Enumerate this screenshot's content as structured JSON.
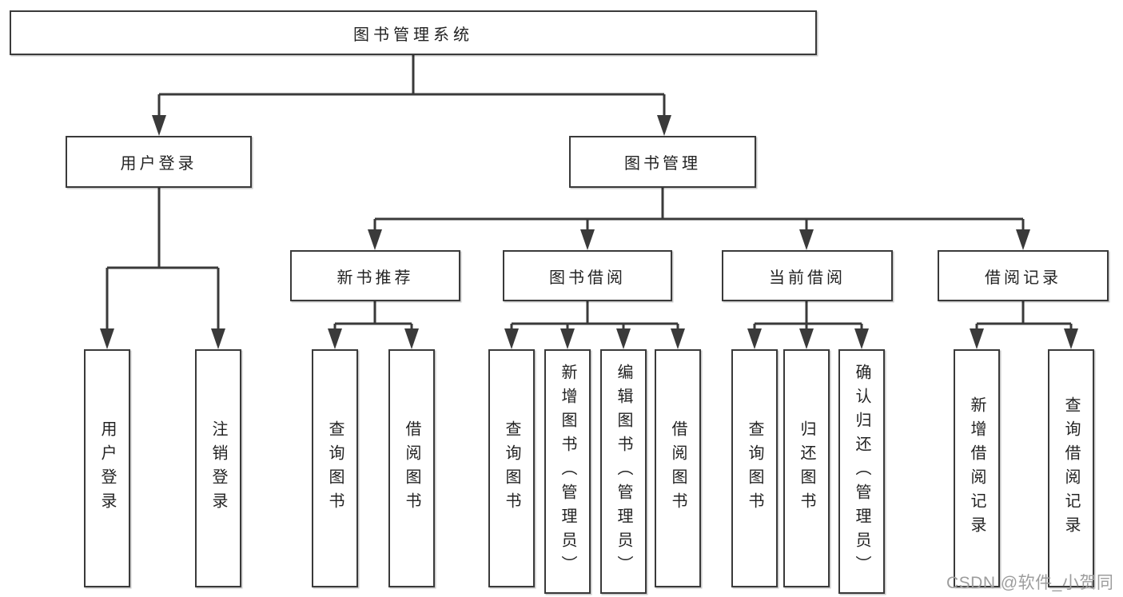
{
  "colors": {
    "background": "#ffffff",
    "line": "#3a3a3a",
    "box_border": "#3a3a3a",
    "box_fill": "#ffffff",
    "text": "#232323",
    "watermark": "#9d9d9d"
  },
  "tree": {
    "root": {
      "label": "图书管理系统"
    },
    "branches": [
      {
        "label": "用户登录",
        "children": [
          {
            "label": "用户登录"
          },
          {
            "label": "注销登录"
          }
        ]
      },
      {
        "label": "图书管理",
        "children": [
          {
            "label": "新书推荐",
            "children": [
              {
                "label": "查询图书"
              },
              {
                "label": "借阅图书"
              }
            ]
          },
          {
            "label": "图书借阅",
            "children": [
              {
                "label": "查询图书"
              },
              {
                "label": "新增图书（管理员）"
              },
              {
                "label": "编辑图书（管理员）"
              },
              {
                "label": "借阅图书"
              }
            ]
          },
          {
            "label": "当前借阅",
            "children": [
              {
                "label": "查询图书"
              },
              {
                "label": "归还图书"
              },
              {
                "label": "确认归还（管理员）"
              }
            ]
          },
          {
            "label": "借阅记录",
            "children": [
              {
                "label": "新增借阅记录"
              },
              {
                "label": "查询借阅记录"
              }
            ]
          }
        ]
      }
    ]
  },
  "watermark": {
    "text": "CSDN @软件_小贺同学"
  }
}
